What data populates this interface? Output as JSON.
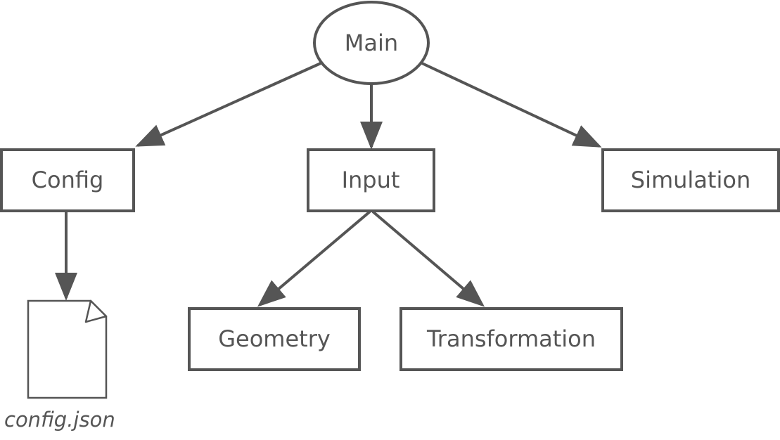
{
  "diagram": {
    "nodes": {
      "main": "Main",
      "config": "Config",
      "input": "Input",
      "simulation": "Simulation",
      "geometry": "Geometry",
      "transformation": "Transformation"
    },
    "file": {
      "label": "config.json",
      "icon": "document-icon"
    },
    "edges": [
      {
        "from": "Main",
        "to": "Config"
      },
      {
        "from": "Main",
        "to": "Input"
      },
      {
        "from": "Main",
        "to": "Simulation"
      },
      {
        "from": "Config",
        "to": "config.json"
      },
      {
        "from": "Input",
        "to": "Geometry"
      },
      {
        "from": "Input",
        "to": "Transformation"
      }
    ],
    "colors": {
      "stroke": "#555555",
      "text": "#555555",
      "background": "#ffffff"
    }
  }
}
